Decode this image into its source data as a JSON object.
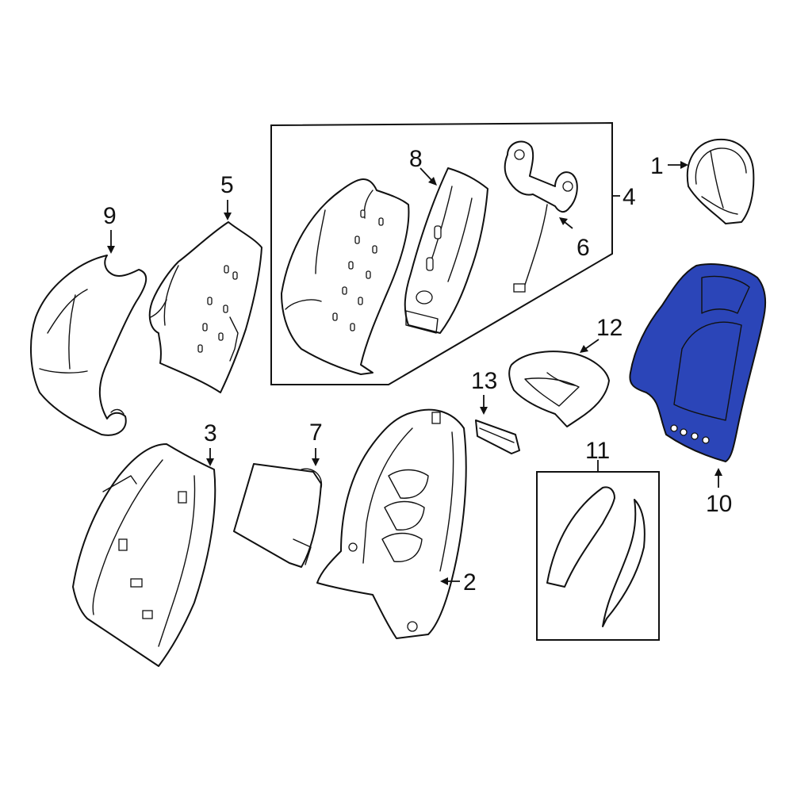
{
  "highlight_color": "#2b45b8",
  "callouts": [
    {
      "id": "1",
      "text": "1"
    },
    {
      "id": "2",
      "text": "2"
    },
    {
      "id": "3",
      "text": "3"
    },
    {
      "id": "4",
      "text": "4"
    },
    {
      "id": "5",
      "text": "5"
    },
    {
      "id": "6",
      "text": "6"
    },
    {
      "id": "7",
      "text": "7"
    },
    {
      "id": "8",
      "text": "8"
    },
    {
      "id": "9",
      "text": "9"
    },
    {
      "id": "10",
      "text": "10"
    },
    {
      "id": "11",
      "text": "11"
    },
    {
      "id": "12",
      "text": "12"
    },
    {
      "id": "13",
      "text": "13"
    }
  ],
  "highlighted_part": "10"
}
